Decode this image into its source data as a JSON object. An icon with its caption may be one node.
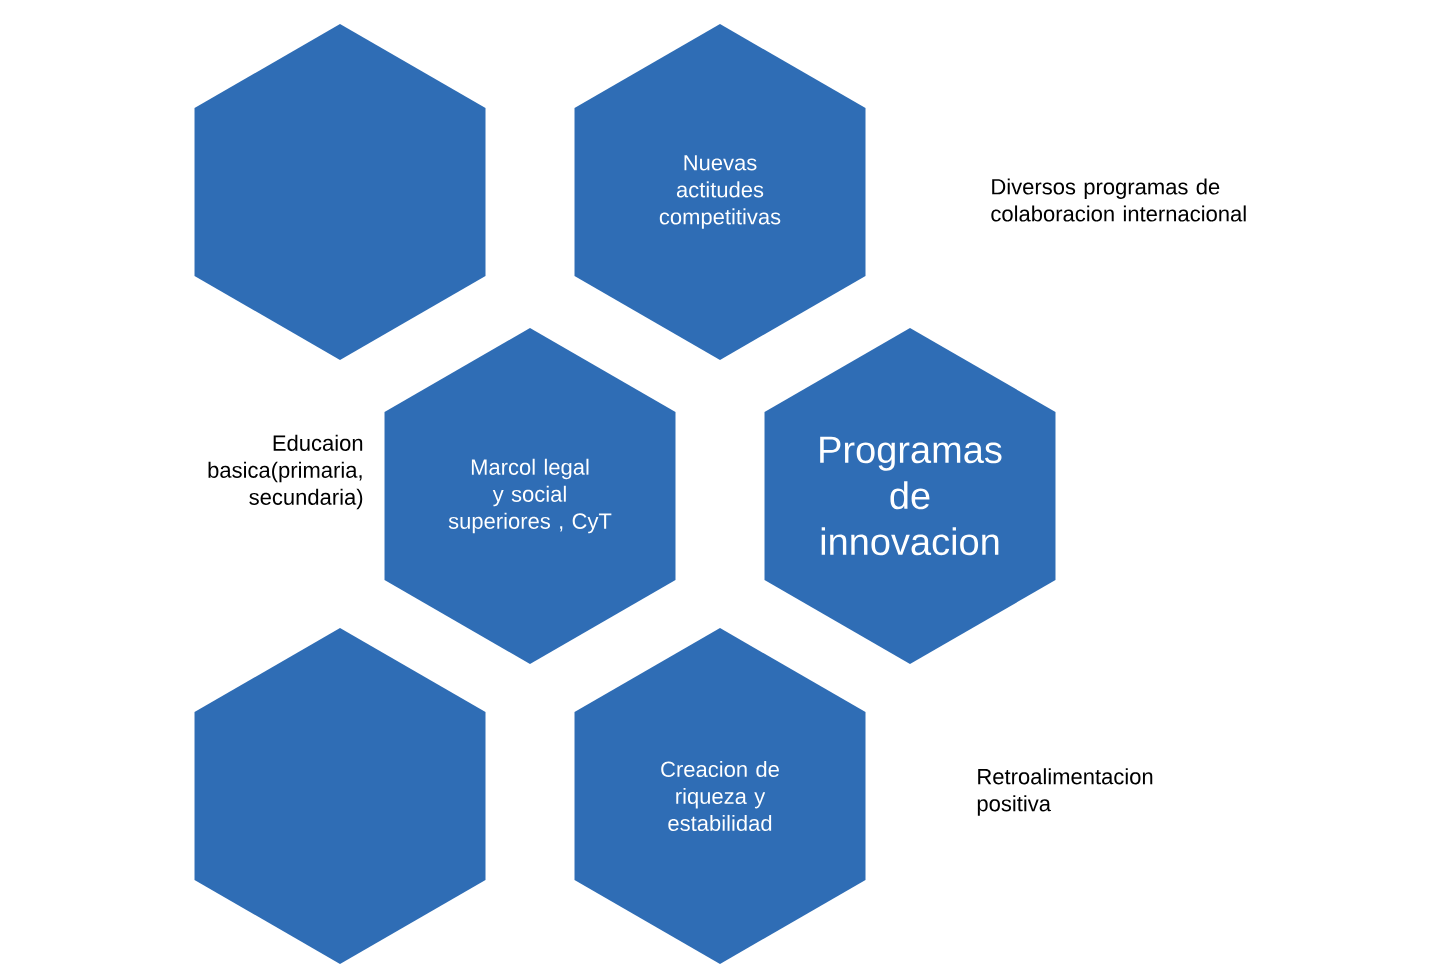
{
  "diagram": {
    "nodes": [
      {
        "text": [],
        "shape": "hexagon"
      },
      {
        "text": [
          "Nuevas actitudes competitivas"
        ]
      },
      {
        "text": [
          "Marcol legal y social superiores , CyT"
        ]
      },
      {
        "text": [
          "Programas de innovacion"
        ]
      },
      {
        "text": [],
        "shape": "hexagon"
      },
      {
        "text": [
          "Creacion de riqueza y estabilidad"
        ]
      }
    ],
    "labels": [
      "Diversos programas de colaboracion internacional",
      "Educaion basica(primaria, secundaria)",
      "Retroalimentacion positiva"
    ]
  }
}
